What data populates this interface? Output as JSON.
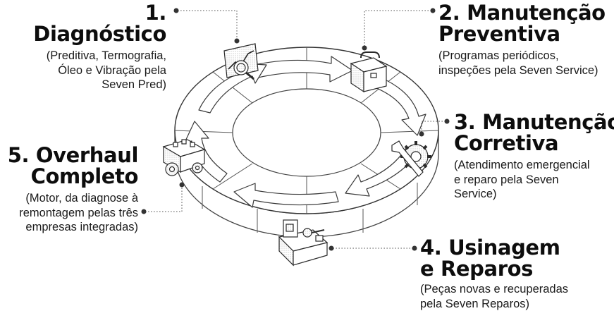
{
  "steps": [
    {
      "number": "1.",
      "title_lines": [
        "Diagnóstico"
      ],
      "desc_lines": [
        "(Preditiva, Termografia,",
        "Óleo e Vibração pela",
        "Seven Pred)"
      ],
      "icon": "magnifier-chart-icon"
    },
    {
      "number": "2.",
      "title_lines": [
        "Manutenção",
        "Preventiva"
      ],
      "desc_lines": [
        "(Programas periódicos,",
        "inspeções pela Seven Service)"
      ],
      "icon": "toolbox-icon"
    },
    {
      "number": "3.",
      "title_lines": [
        "Manutenção",
        "Corretiva"
      ],
      "desc_lines": [
        "(Atendimento emergencial",
        "e reparo pela Seven",
        "Service)"
      ],
      "icon": "wrench-gear-icon"
    },
    {
      "number": "4.",
      "title_lines": [
        "Usinagem",
        "e Reparos"
      ],
      "desc_lines": [
        "(Peças novas e recuperadas",
        "pela Seven Reparos)"
      ],
      "icon": "lathe-machine-icon"
    },
    {
      "number": "5.",
      "title_lines": [
        "Overhaul",
        "Completo"
      ],
      "desc_lines": [
        "(Motor, da diagnose à",
        "remontagem pelas três",
        "empresas integradas)"
      ],
      "icon": "engine-gears-icon"
    }
  ],
  "colors": {
    "ink": "#111111",
    "ring_stroke": "#4a4a4a",
    "ring_fill": "#ffffff",
    "dot": "#333333"
  }
}
